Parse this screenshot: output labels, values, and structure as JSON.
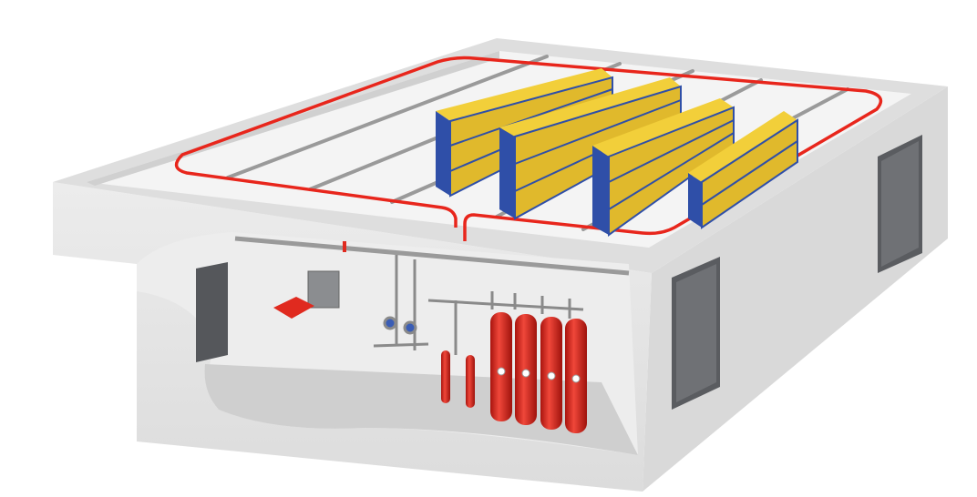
{
  "illustration": {
    "subject": "warehouse-gas-fire-suppression-cutaway",
    "colors": {
      "pipe_loop": "#e8261c",
      "cylinders": "#e02a1f",
      "rack_frame": "#2f4fa8",
      "rack_boxes": "#f2cf3a",
      "walls": "#e6e6e6",
      "floor": "#f3f3f3",
      "doors": "#5a5c60"
    },
    "cylinder_count_large": 4,
    "cylinder_count_small": 2,
    "rack_rows": 4,
    "door_count": 3
  }
}
